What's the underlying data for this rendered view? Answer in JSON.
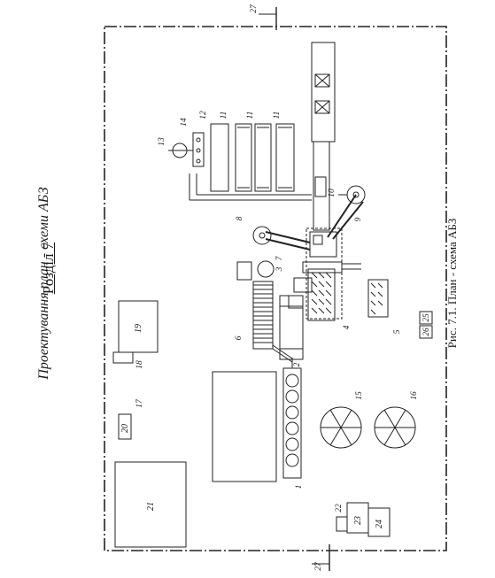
{
  "chapter_title": "Розділ 7",
  "chapter_subtitle": "Проектування план - схеми АБЗ",
  "figure_caption": "Рис. 7.1. План - схема АБЗ",
  "labels": {
    "n1": "1",
    "n2": "2",
    "n3": "3",
    "n4": "4",
    "n5": "5",
    "n6": "6",
    "n7": "7",
    "n8": "8",
    "n9": "9",
    "n10": "10",
    "n11a": "11",
    "n11b": "11",
    "n11c": "11",
    "n12": "12",
    "n13": "13",
    "n14": "14",
    "n15": "15",
    "n16": "16",
    "n17": "17",
    "n18": "18",
    "n19": "19",
    "n20": "20",
    "n21": "21",
    "n22": "22",
    "n23": "23",
    "n24": "24",
    "n25": "25",
    "n26": "26",
    "n27a": "27",
    "n27b": "27"
  }
}
